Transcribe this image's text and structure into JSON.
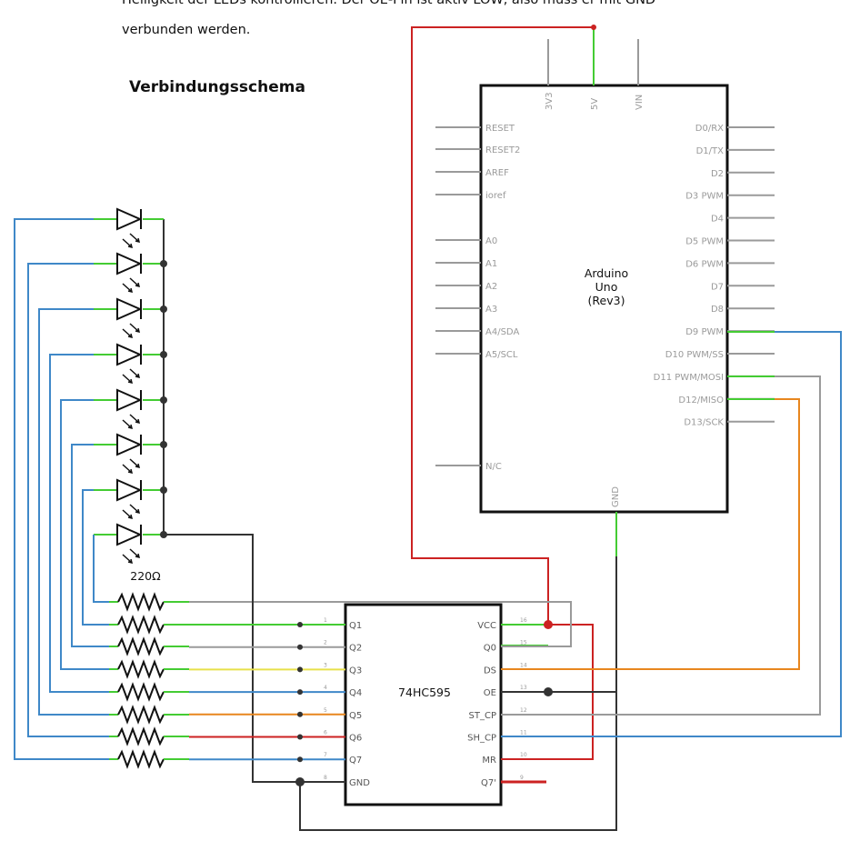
{
  "text": {
    "line1": "Helligkeit der LEDs kontrollieren. Der OE-Pin ist aktiv LOW, also muss er mit GND",
    "line2": "verbunden werden.",
    "heading": "Verbindungsschema"
  },
  "arduino": {
    "name": [
      "Arduino",
      "Uno",
      "(Rev3)"
    ],
    "top_pins": [
      "3V3",
      "5V",
      "VIN"
    ],
    "left_pins": [
      "RESET",
      "RESET2",
      "AREF",
      "ioref",
      "A0",
      "A1",
      "A2",
      "A3",
      "A4/SDA",
      "A5/SCL",
      "N/C"
    ],
    "right_pins": [
      "D0/RX",
      "D1/TX",
      "D2",
      "D3 PWM",
      "D4",
      "D5 PWM",
      "D6 PWM",
      "D7",
      "D8",
      "D9 PWM",
      "D10 PWM/SS",
      "D11 PWM/MOSI",
      "D12/MISO",
      "D13/SCK"
    ],
    "bottom_pin": "GND"
  },
  "shift_register": {
    "name": "74HC595",
    "left_pins": [
      "Q1",
      "Q2",
      "Q3",
      "Q4",
      "Q5",
      "Q6",
      "Q7",
      "GND"
    ],
    "left_numbers": [
      "1",
      "2",
      "3",
      "4",
      "5",
      "6",
      "7",
      "8"
    ],
    "right_pins": [
      "VCC",
      "Q0",
      "DS",
      "OE",
      "ST_CP",
      "SH_CP",
      "MR",
      "Q7'"
    ],
    "right_numbers": [
      "16",
      "15",
      "14",
      "13",
      "12",
      "11",
      "10",
      "9"
    ]
  },
  "resistor_value": "220Ω",
  "colors": {
    "red": "#cc2222",
    "green": "#44cc33",
    "blue": "#3f88c8",
    "gray": "#9a9a9a",
    "orange": "#e8861e",
    "yellow": "#e8e04a",
    "dark": "#333333"
  }
}
